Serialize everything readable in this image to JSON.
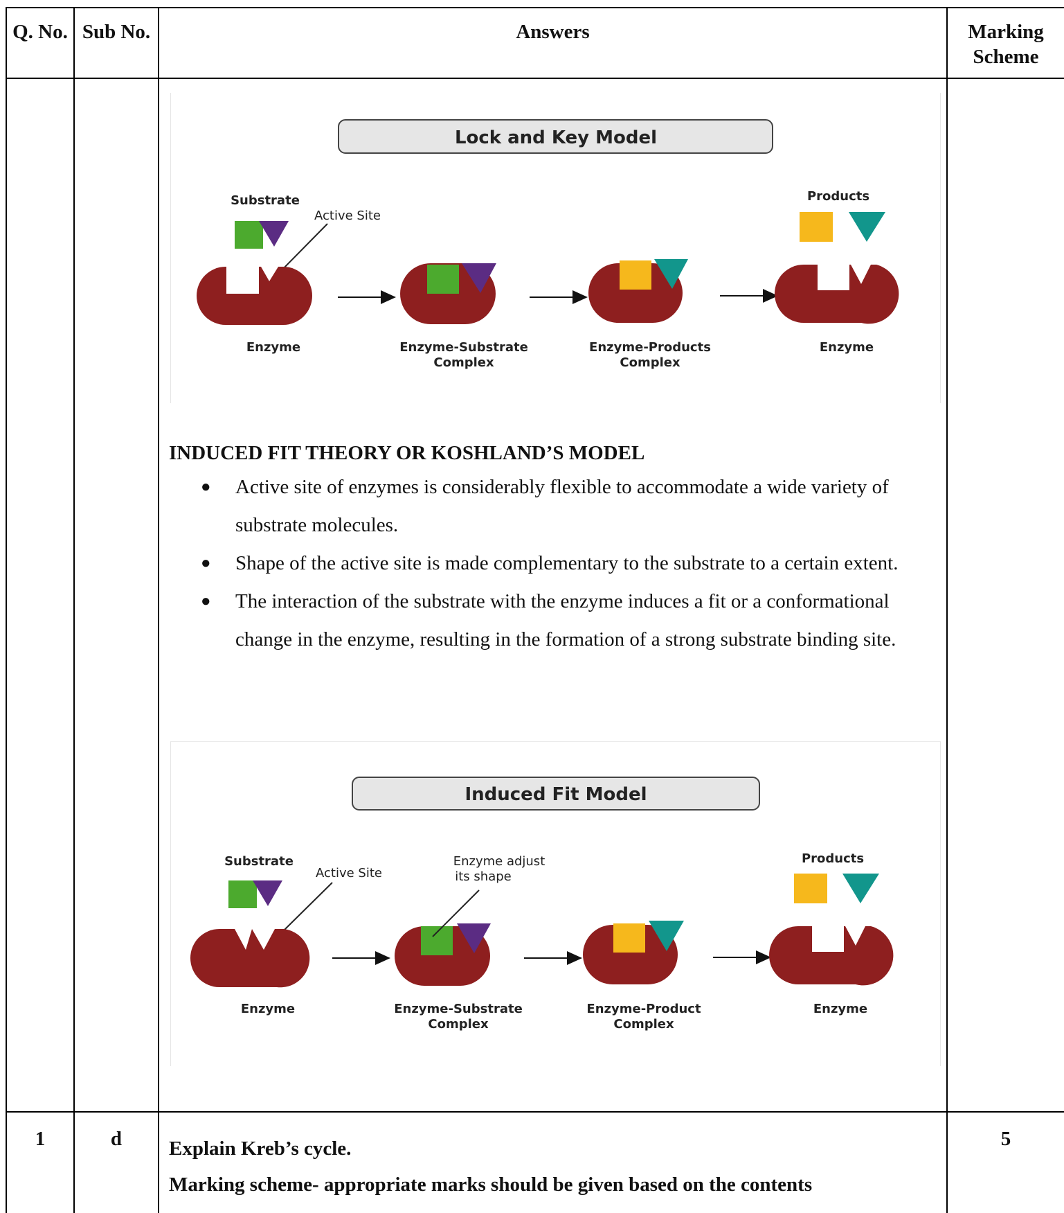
{
  "header": {
    "q_no": "Q. No.",
    "sub_no": "Sub No.",
    "answers": "Answers",
    "marking_scheme": "Marking Scheme"
  },
  "lock_key": {
    "title": "Lock and Key Model",
    "substrate": "Substrate",
    "active_site": "Active Site",
    "products": "Products",
    "enzyme_1": "Enzyme",
    "es_complex_1": "Enzyme-Substrate",
    "es_complex_2": "Complex",
    "ep_complex_1": "Enzyme-Products",
    "ep_complex_2": "Complex",
    "enzyme_2": "Enzyme"
  },
  "induced": {
    "heading": "INDUCED FIT THEORY OR KOSHLAND’S MODEL",
    "bullets": [
      "Active site of enzymes is considerably flexible to accommodate a wide variety of substrate molecules.",
      "Shape of the active site is made complementary to the substrate to a certain extent.",
      "The interaction of the substrate with the enzyme induces a fit or a conformational change in the enzyme, resulting in the formation of a strong substrate binding site."
    ]
  },
  "induced_fig": {
    "title": "Induced Fit Model",
    "substrate": "Substrate",
    "active_site": "Active Site",
    "adjust_1": "Enzyme adjust",
    "adjust_2": "its shape",
    "products": "Products",
    "enzyme_1": "Enzyme",
    "es_complex_1": "Enzyme-Substrate",
    "es_complex_2": "Complex",
    "ep_complex_1": "Enzyme-Product",
    "ep_complex_2": "Complex",
    "enzyme_2": "Enzyme"
  },
  "row_1d": {
    "q_no": "1",
    "sub_no": "d",
    "question": "Explain Kreb’s cycle.",
    "marking": "Marking scheme- appropriate marks should be given based on the contents",
    "marks": "5"
  },
  "colors": {
    "enzyme": "#8e1f1f",
    "substrate_green": "#4caa2e",
    "substrate_purple": "#5b2c83",
    "product_yellow": "#f6b81c",
    "product_teal": "#12968c",
    "title_box": "#e6e6e6"
  }
}
